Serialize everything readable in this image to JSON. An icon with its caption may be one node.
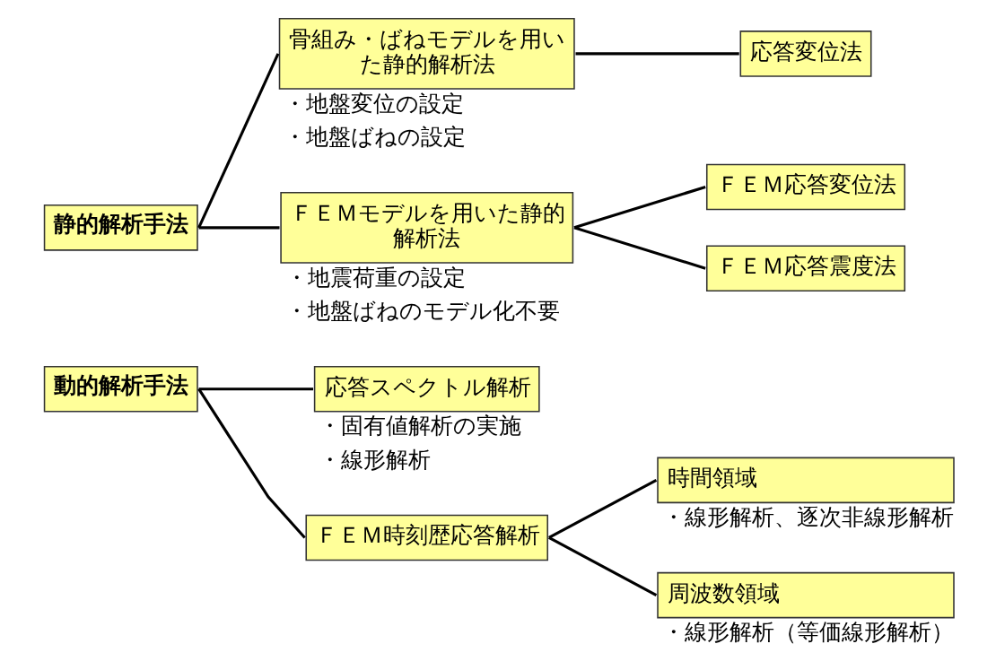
{
  "diagram": {
    "nodes": [
      {
        "text": [
          "静的解析手法"
        ]
      },
      {
        "text": [
          "骨組み・ばねモデルを用いた静的解析法"
        ],
        "beside": [
          "・地盤変位の設定",
          "・地盤ばねの設定"
        ]
      },
      {
        "text": [
          "応答変位法"
        ]
      },
      {
        "text": [
          "ＦＥＭモデルを用いた静的解析法"
        ],
        "beside": [
          "・地震荷重の設定",
          "・地盤ばねのモデル化不要"
        ]
      },
      {
        "text": [
          "ＦＥＭ応答変位法"
        ]
      },
      {
        "text": [
          "ＦＥＭ応答震度法"
        ]
      },
      {
        "text": [
          "動的解析手法"
        ]
      },
      {
        "text": [
          "応答スペクトル解析"
        ],
        "beside": [
          "・固有値解析の実施",
          "・線形解析"
        ]
      },
      {
        "text": [
          "ＦＥＭ時刻歴応答解析"
        ]
      },
      {
        "text": [
          "時間領域"
        ],
        "beside": [
          "・線形解析、逐次非線形解析"
        ]
      },
      {
        "text": [
          "周波数領域"
        ],
        "beside": [
          "・線形解析（等価線形解析）"
        ]
      }
    ],
    "edges": [
      {
        "from": 0,
        "to": 1,
        "arrow": "none"
      },
      {
        "from": 0,
        "to": 3,
        "arrow": "none"
      },
      {
        "from": 1,
        "to": 2,
        "arrow": "none"
      },
      {
        "from": 3,
        "to": 4,
        "arrow": "none"
      },
      {
        "from": 3,
        "to": 5,
        "arrow": "none"
      },
      {
        "from": 6,
        "to": 7,
        "arrow": "none"
      },
      {
        "from": 6,
        "to": 8,
        "arrow": "none"
      },
      {
        "from": 8,
        "to": 9,
        "arrow": "none"
      },
      {
        "from": 8,
        "to": 10,
        "arrow": "none"
      }
    ]
  }
}
